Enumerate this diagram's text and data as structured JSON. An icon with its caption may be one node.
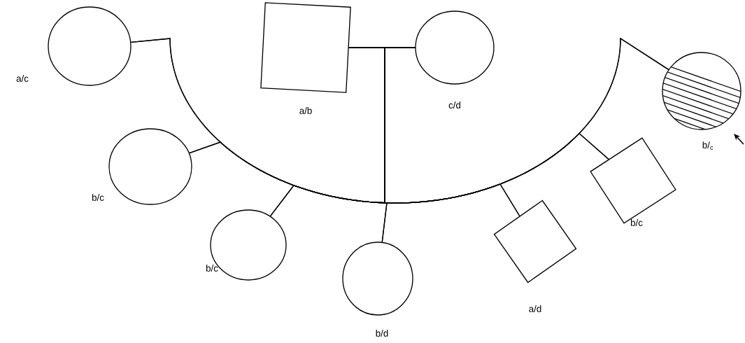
{
  "diagram": {
    "nodes": [
      {
        "text": [],
        "shape": "box",
        "beside": [
          "a/b"
        ]
      },
      {
        "text": [],
        "shape": "circle",
        "beside": [
          "c/d"
        ]
      },
      {
        "text": [],
        "shape": "circle",
        "beside": [
          "a/c"
        ]
      },
      {
        "text": [],
        "shape": "circle",
        "beside": [
          "b/c"
        ]
      },
      {
        "text": [],
        "shape": "circle",
        "beside": [
          "b/c"
        ]
      },
      {
        "text": [],
        "shape": "circle",
        "beside": [
          "b/d"
        ]
      },
      {
        "text": [],
        "shape": "box",
        "beside": [
          "a/d"
        ]
      },
      {
        "text": [],
        "shape": "box",
        "beside": [
          "b/c"
        ]
      },
      {
        "text": [],
        "shape": "circle",
        "beside": [
          "b/$_{c}$"
        ]
      }
    ],
    "edges": [
      {
        "from": 0,
        "to": 1,
        "arrow": "none"
      },
      {
        "from": 0,
        "to": 2,
        "arrow": "none"
      },
      {
        "from": 1,
        "to": 2,
        "arrow": "none"
      },
      {
        "from": 0,
        "to": 3,
        "arrow": "none"
      },
      {
        "from": 1,
        "to": 3,
        "arrow": "none"
      },
      {
        "from": 0,
        "to": 4,
        "arrow": "none"
      },
      {
        "from": 1,
        "to": 4,
        "arrow": "none"
      },
      {
        "from": 0,
        "to": 5,
        "arrow": "none"
      },
      {
        "from": 1,
        "to": 5,
        "arrow": "none"
      },
      {
        "from": 0,
        "to": 6,
        "arrow": "none"
      },
      {
        "from": 1,
        "to": 6,
        "arrow": "none"
      },
      {
        "from": 0,
        "to": 7,
        "arrow": "none"
      },
      {
        "from": 1,
        "to": 7,
        "arrow": "none"
      },
      {
        "from": 0,
        "to": 8,
        "arrow": "none"
      },
      {
        "from": 1,
        "to": 8,
        "arrow": "none"
      }
    ]
  }
}
